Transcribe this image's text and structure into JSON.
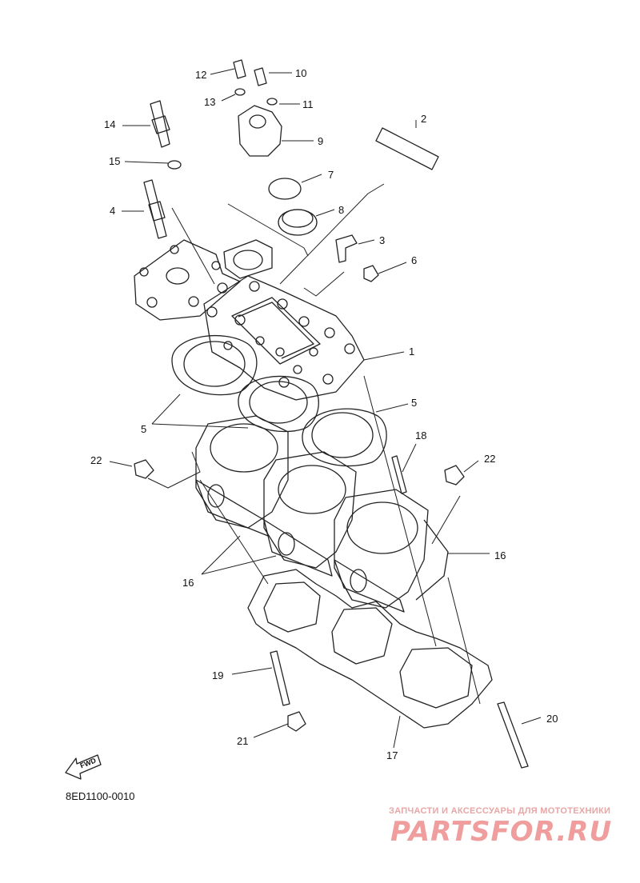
{
  "callouts": {
    "p1": "1",
    "p2": "2",
    "p3": "3",
    "p4": "4",
    "p5a": "5",
    "p5b": "5",
    "p6": "6",
    "p7": "7",
    "p8": "8",
    "p9": "9",
    "p10": "10",
    "p11": "11",
    "p12": "12",
    "p13": "13",
    "p14": "14",
    "p15": "15",
    "p16a": "16",
    "p16b": "16",
    "p17": "17",
    "p18": "18",
    "p19": "19",
    "p20": "20",
    "p21": "21",
    "p22a": "22",
    "p22b": "22"
  },
  "fwd_label": "FWD",
  "diagram_code": "8ED1100-0010",
  "watermark": {
    "tagline": "ЗАПЧАСТИ И АКСЕССУАРЫ ДЛЯ МОТОТЕХНИКИ",
    "logo": "PARTSFOR.RU"
  },
  "colors": {
    "line": "#222222",
    "watermark": "#ef9d9d"
  }
}
